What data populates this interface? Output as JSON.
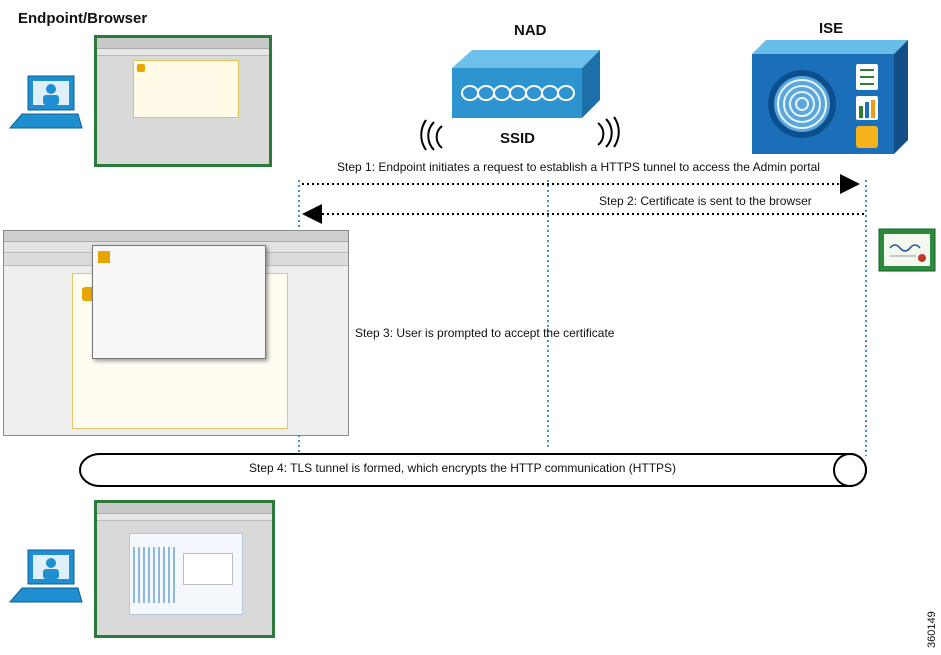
{
  "labels": {
    "endpoint": "Endpoint/Browser",
    "nad": "NAD",
    "ise": "ISE",
    "ssid": "SSID"
  },
  "steps": {
    "step1": "Step 1: Endpoint initiates a request to establish a HTTPS tunnel to access the Admin portal",
    "step2": "Step 2: Certificate is sent to the browser",
    "step3": "Step 3: User is prompted to accept the certificate",
    "step4": "Step 4: TLS tunnel is formed, which encrypts the HTTP communication (HTTPS)"
  },
  "figure_id": "360149",
  "colors": {
    "laptop": "#1f8fd1",
    "nad": "#2e94cf",
    "ise": "#1a6fb8",
    "frame": "#2c7a3b",
    "dotted": "#4a90b8",
    "arrow": "#000000"
  },
  "icons": [
    "laptop-icon",
    "nad-switch-icon",
    "wireless-waves-icon",
    "ise-server-icon",
    "certificate-icon"
  ]
}
